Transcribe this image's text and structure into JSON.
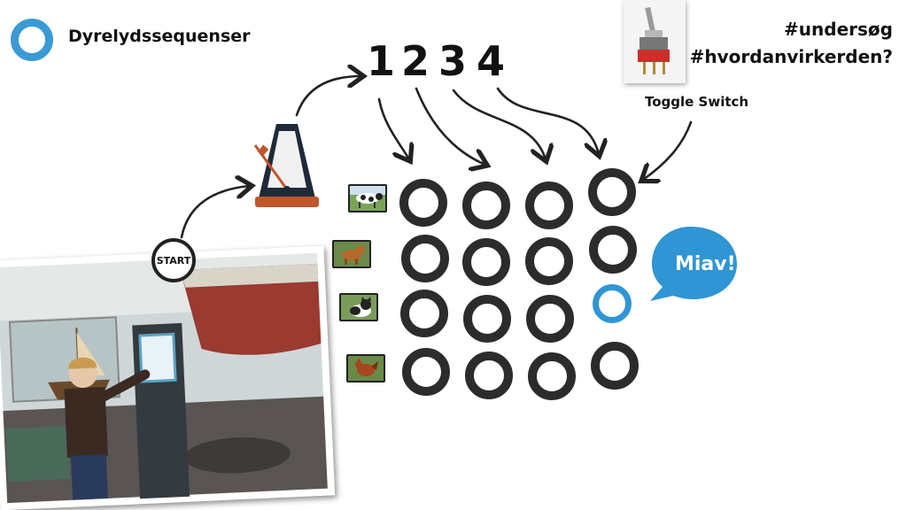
{
  "header": {
    "title": "Dyrelydssequenser"
  },
  "tags": [
    "#undersøg",
    "#hvordanvirkerden?"
  ],
  "steps": [
    "1",
    "2",
    "3",
    "4"
  ],
  "toggle": {
    "label": "Toggle Switch"
  },
  "start": {
    "label": "START"
  },
  "animals": [
    {
      "name": "cow-image"
    },
    {
      "name": "dog-image"
    },
    {
      "name": "cat-image"
    },
    {
      "name": "chicken-image"
    }
  ],
  "grid": {
    "rows": 4,
    "cols": 4,
    "active_cell": {
      "row": 3,
      "col": 4
    }
  },
  "speech": {
    "text": "Miav!"
  },
  "colors": {
    "accent": "#3a9ad6",
    "ring": "#2c2c2c",
    "metronome": "#c0562a"
  },
  "icons": [
    "circle-logo-icon",
    "metronome-icon",
    "toggle-switch-icon",
    "arrow-icon",
    "speech-bubble-icon"
  ]
}
